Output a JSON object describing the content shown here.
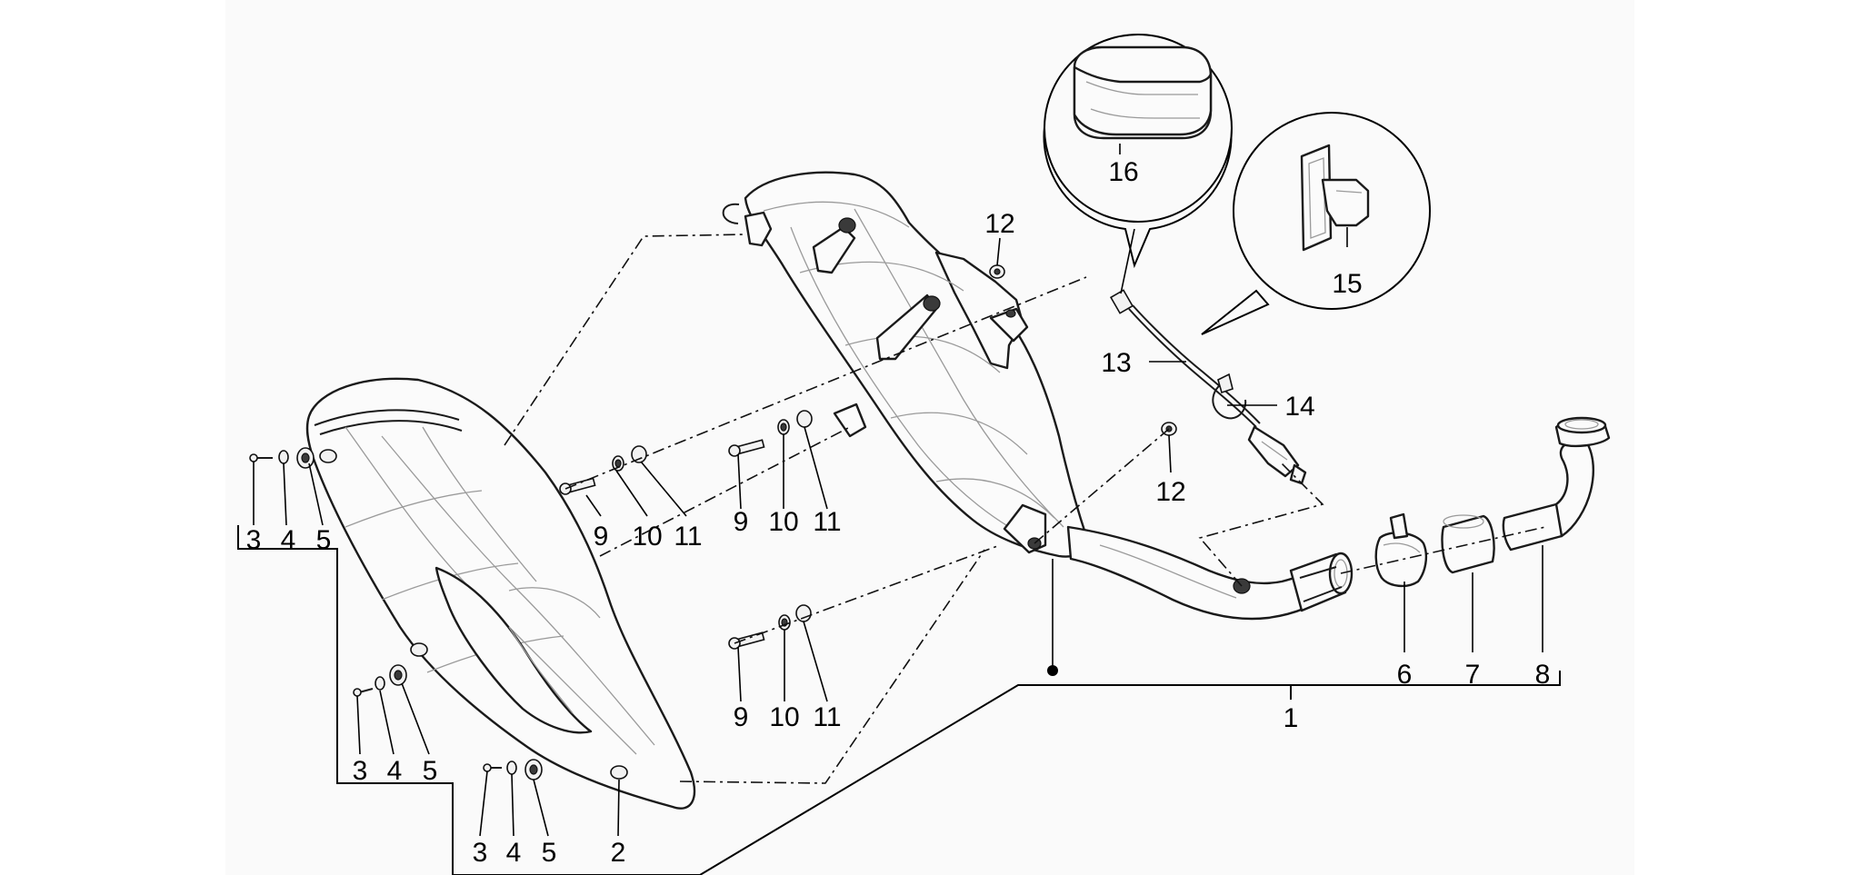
{
  "diagram": {
    "labels": {
      "l1": "1",
      "l2": "2",
      "l3a": "3",
      "l4a": "4",
      "l5a": "5",
      "l3b": "3",
      "l4b": "4",
      "l5b": "5",
      "l3c": "3",
      "l4c": "4",
      "l5c": "5",
      "l6": "6",
      "l7": "7",
      "l8": "8",
      "l9a": "9",
      "l10a": "10",
      "l11a": "11",
      "l9b": "9",
      "l10b": "10",
      "l11b": "11",
      "l9c": "9",
      "l10c": "10",
      "l11c": "11",
      "l12a": "12",
      "l12b": "12",
      "l13": "13",
      "l14": "14",
      "l15": "15",
      "l16": "16"
    }
  }
}
